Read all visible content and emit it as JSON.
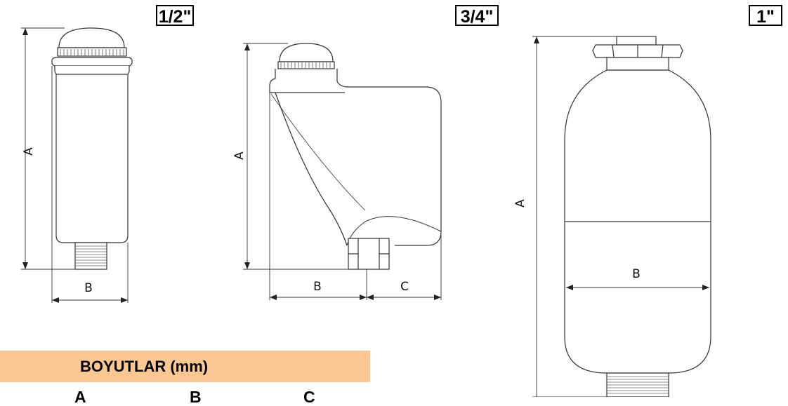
{
  "sizes": {
    "half": "1/2\"",
    "three_quarter": "3/4\"",
    "one": "1\""
  },
  "dimensions": {
    "a": "A",
    "b": "B",
    "c": "C"
  },
  "table": {
    "header": "BOYUTLAR (mm)",
    "columns": [
      "A",
      "B",
      "C"
    ]
  }
}
